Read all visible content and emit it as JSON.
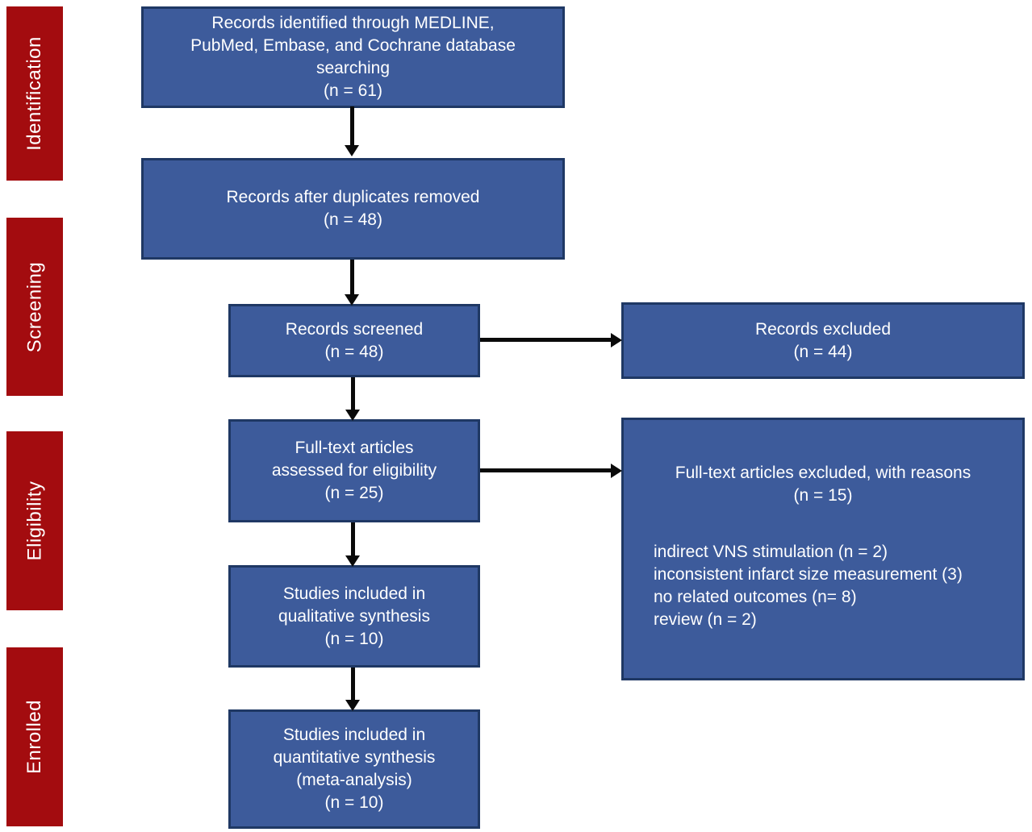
{
  "colors": {
    "flow_box_fill": "#3D5B9B",
    "flow_box_border": "#1F3864",
    "stage_fill": "#A30C0F",
    "arrow": "#0a0a0a",
    "text": "#ffffff",
    "background": "#ffffff"
  },
  "stages": [
    {
      "label": "Identification"
    },
    {
      "label": "Screening"
    },
    {
      "label": "Eligibility"
    },
    {
      "label": "Enrolled"
    }
  ],
  "boxes": {
    "identified": {
      "lines": [
        "Records identified through MEDLINE,",
        "PubMed, Embase, and Cochrane database",
        "searching",
        "(n = 61)"
      ]
    },
    "duplicates_removed": {
      "lines": [
        "Records after duplicates removed",
        "(n = 48)"
      ]
    },
    "screened": {
      "lines": [
        "Records screened",
        "(n = 48)"
      ]
    },
    "records_excluded": {
      "lines": [
        "Records excluded",
        "(n = 44)"
      ]
    },
    "fulltext_assessed": {
      "lines": [
        "Full-text articles",
        "assessed for eligibility",
        "(n = 25)"
      ]
    },
    "fulltext_excluded": {
      "title_lines": [
        "Full-text articles excluded, with reasons",
        "(n = 15)"
      ],
      "reasons": [
        "indirect VNS stimulation (n = 2)",
        "inconsistent infarct size measurement (3)",
        "no related outcomes (n= 8)",
        "review (n = 2)"
      ]
    },
    "qualitative": {
      "lines": [
        "Studies included in",
        "qualitative synthesis",
        "(n = 10)"
      ]
    },
    "quantitative": {
      "lines": [
        "Studies included in",
        "quantitative synthesis",
        "(meta-analysis)",
        "(n = 10)"
      ]
    }
  }
}
